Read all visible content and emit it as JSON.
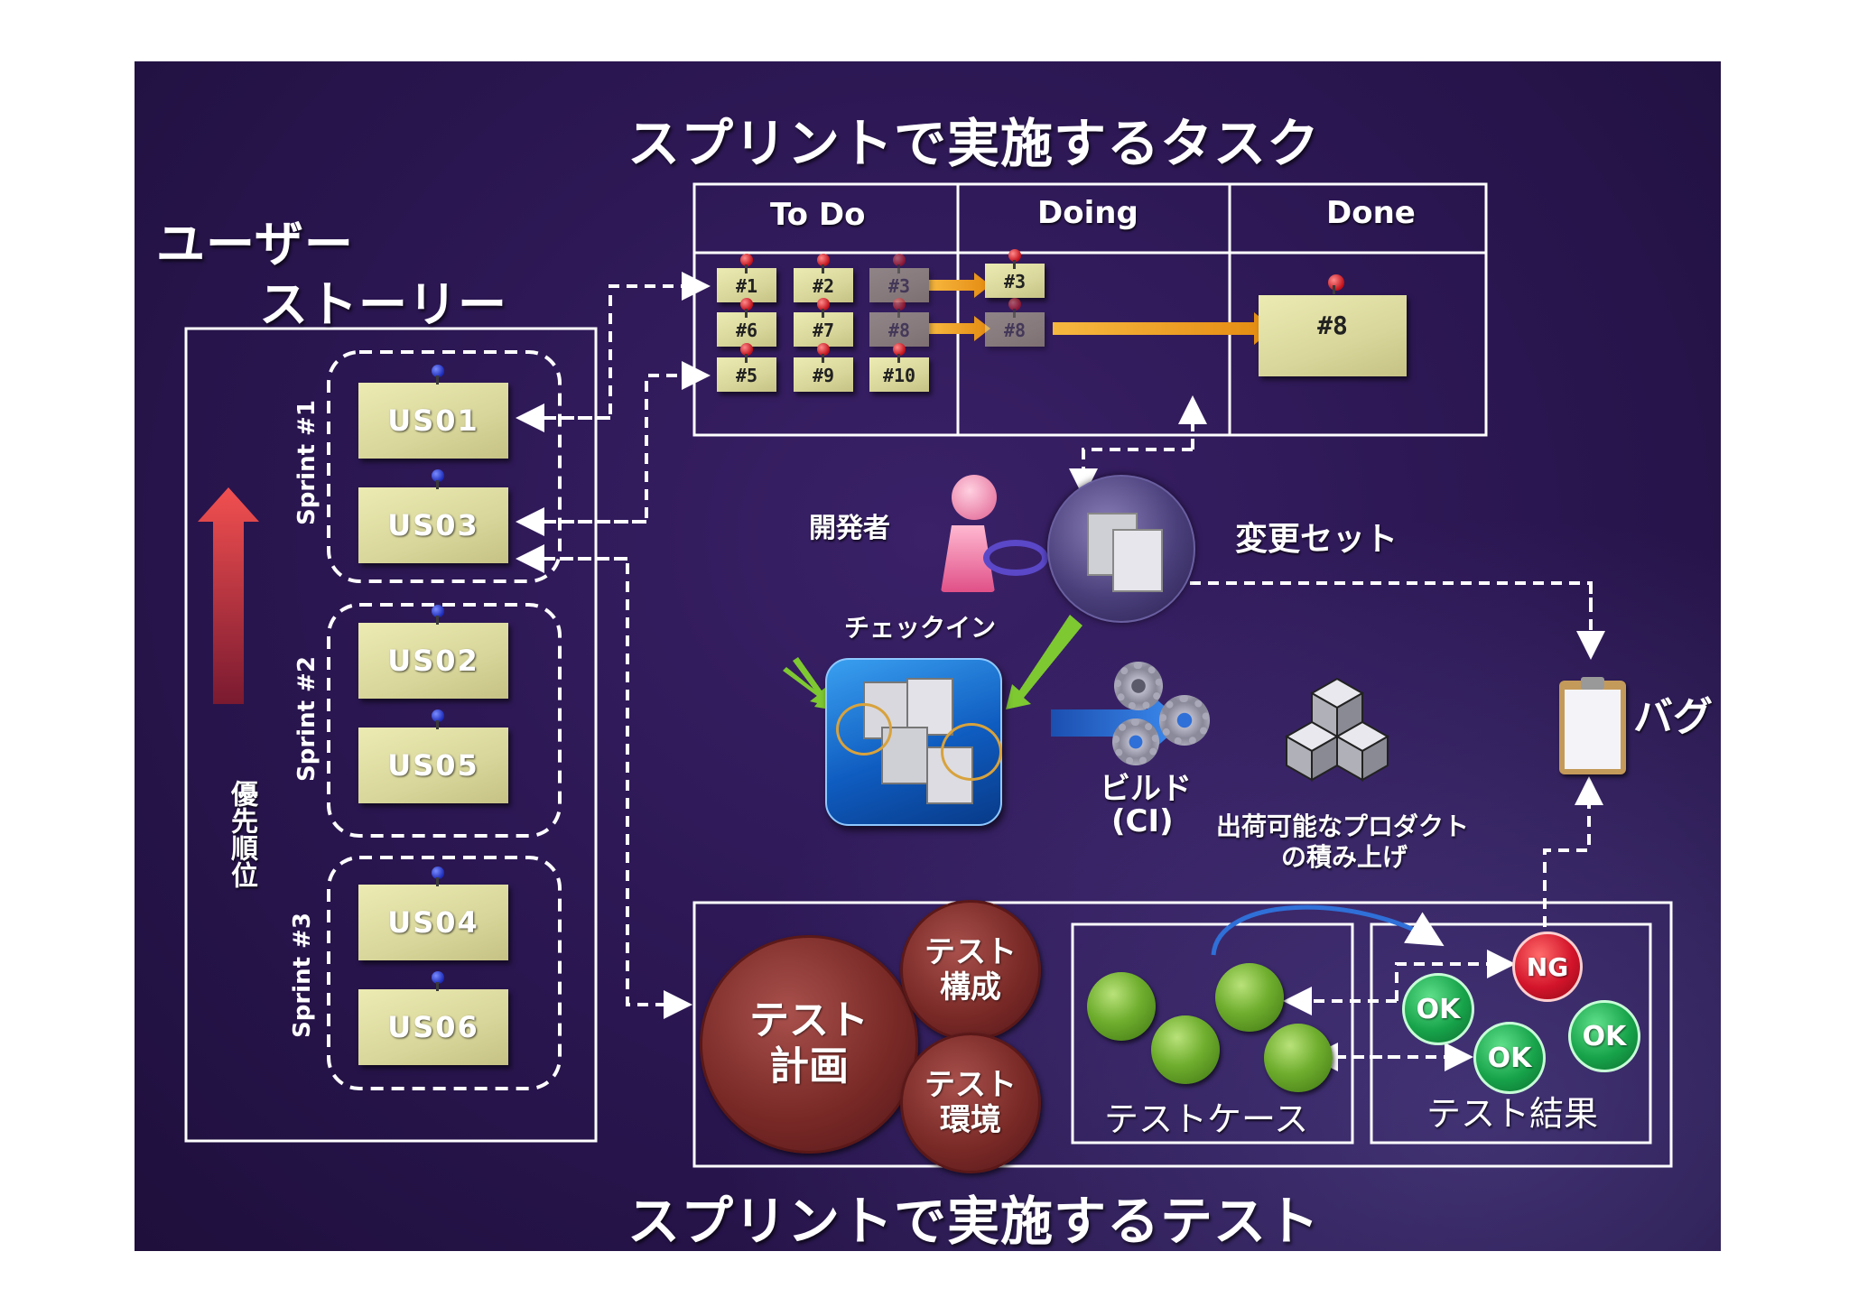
{
  "titles": {
    "top": "スプリントで実施するタスク",
    "bottom": "スプリントで実施するテスト",
    "user_story_line1": "ユーザー",
    "user_story_line2": "ストーリー"
  },
  "priority_label": "優先順位",
  "sprints": [
    {
      "label": "Sprint #1",
      "stories": [
        "US01",
        "US03"
      ]
    },
    {
      "label": "Sprint #2",
      "stories": [
        "US02",
        "US05"
      ]
    },
    {
      "label": "Sprint #3",
      "stories": [
        "US04",
        "US06"
      ]
    }
  ],
  "board": {
    "columns": [
      "To Do",
      "Doing",
      "Done"
    ],
    "todo_tasks": [
      "#1",
      "#2",
      "#3",
      "#6",
      "#7",
      "#8",
      "#5",
      "#9",
      "#10"
    ],
    "doing_tasks": [
      "#3",
      "#8"
    ],
    "done_tasks": [
      "#8"
    ]
  },
  "labels": {
    "developer": "開発者",
    "changeset": "変更セット",
    "checkin": "チェックイン",
    "build_line1": "ビルド",
    "build_line2": "(CI)",
    "product_line1": "出荷可能なプロダクト",
    "product_line2": "の積み上げ",
    "bug": "バグ"
  },
  "tests": {
    "plan_line1": "テスト",
    "plan_line2": "計画",
    "config_line1": "テスト",
    "config_line2": "構成",
    "env_line1": "テスト",
    "env_line2": "環境",
    "cases_label": "テストケース",
    "results_label": "テスト結果",
    "ok": "OK",
    "ng": "NG"
  },
  "colors": {
    "background": "#2a1650",
    "arrow_orange": "#f0a020",
    "arrow_green": "#7ec832",
    "arrow_blue": "#2f6fd8",
    "priority_arrow": "#e04040"
  }
}
